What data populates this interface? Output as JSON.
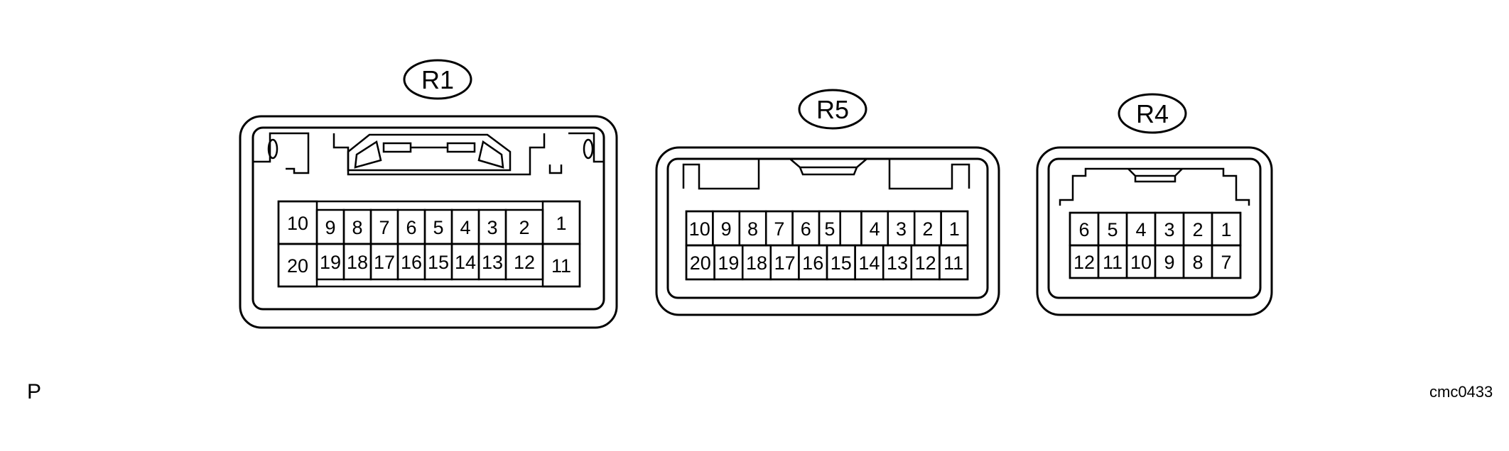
{
  "connectors": [
    {
      "label": "R1",
      "top_row": [
        "10",
        "9",
        "8",
        "7",
        "6",
        "5",
        "4",
        "3",
        "2",
        "1"
      ],
      "bottom_row": [
        "20",
        "19",
        "18",
        "17",
        "16",
        "15",
        "14",
        "13",
        "12",
        "11"
      ]
    },
    {
      "label": "R5",
      "top_row": [
        "10",
        "9",
        "8",
        "7",
        "6",
        "5",
        "",
        "4",
        "3",
        "2",
        "1"
      ],
      "bottom_row": [
        "20",
        "19",
        "18",
        "17",
        "16",
        "15",
        "14",
        "13",
        "12",
        "11"
      ]
    },
    {
      "label": "R4",
      "top_row": [
        "6",
        "5",
        "4",
        "3",
        "2",
        "1"
      ],
      "bottom_row": [
        "12",
        "11",
        "10",
        "9",
        "8",
        "7"
      ]
    }
  ],
  "page_letter": "P",
  "figure_code": "cmc0433"
}
